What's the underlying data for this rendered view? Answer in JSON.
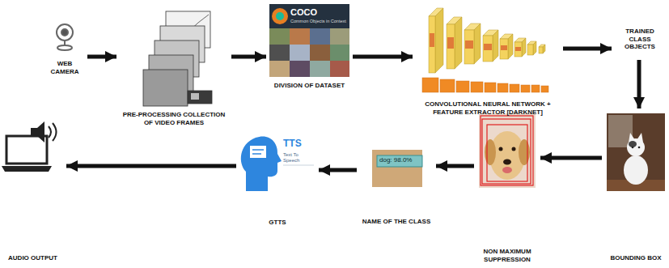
{
  "diagram": {
    "nodes": [
      {
        "text": [
          "WEB CAMERA"
        ]
      },
      {
        "text": [
          "PRE-PROCESSING COLLECTION OF VIDEO FRAMES"
        ]
      },
      {
        "text": [
          "COCO",
          "Common Objects in Context",
          "DIVISION OF DATASET"
        ]
      },
      {
        "text": [
          "CONVOLUTIONAL NEURAL NETWORK + FEATURE EXTRACTOR [DARKNET]"
        ]
      },
      {
        "text": [
          "TRAINED CLASS OBJECTS"
        ]
      },
      {
        "text": [
          "BOUNDING BOX"
        ]
      },
      {
        "text": [
          "NON MAXIMUM SUPPRESSION"
        ]
      },
      {
        "text": [
          "dog: 98.0%",
          "NAME OF THE CLASS"
        ]
      },
      {
        "text": [
          "TTS",
          "Text To Speech",
          "GTTS"
        ]
      },
      {
        "text": [
          "AUDIO OUTPUT"
        ]
      }
    ],
    "edges": [
      {
        "from": 0,
        "to": 1,
        "arrow": "to"
      },
      {
        "from": 1,
        "to": 2,
        "arrow": "to"
      },
      {
        "from": 2,
        "to": 3,
        "arrow": "to"
      },
      {
        "from": 3,
        "to": 4,
        "arrow": "to"
      },
      {
        "from": 4,
        "to": 5,
        "arrow": "to"
      },
      {
        "from": 5,
        "to": 6,
        "arrow": "to"
      },
      {
        "from": 6,
        "to": 7,
        "arrow": "to"
      },
      {
        "from": 7,
        "to": 8,
        "arrow": "to"
      },
      {
        "from": 8,
        "to": 9,
        "arrow": "to"
      }
    ]
  }
}
